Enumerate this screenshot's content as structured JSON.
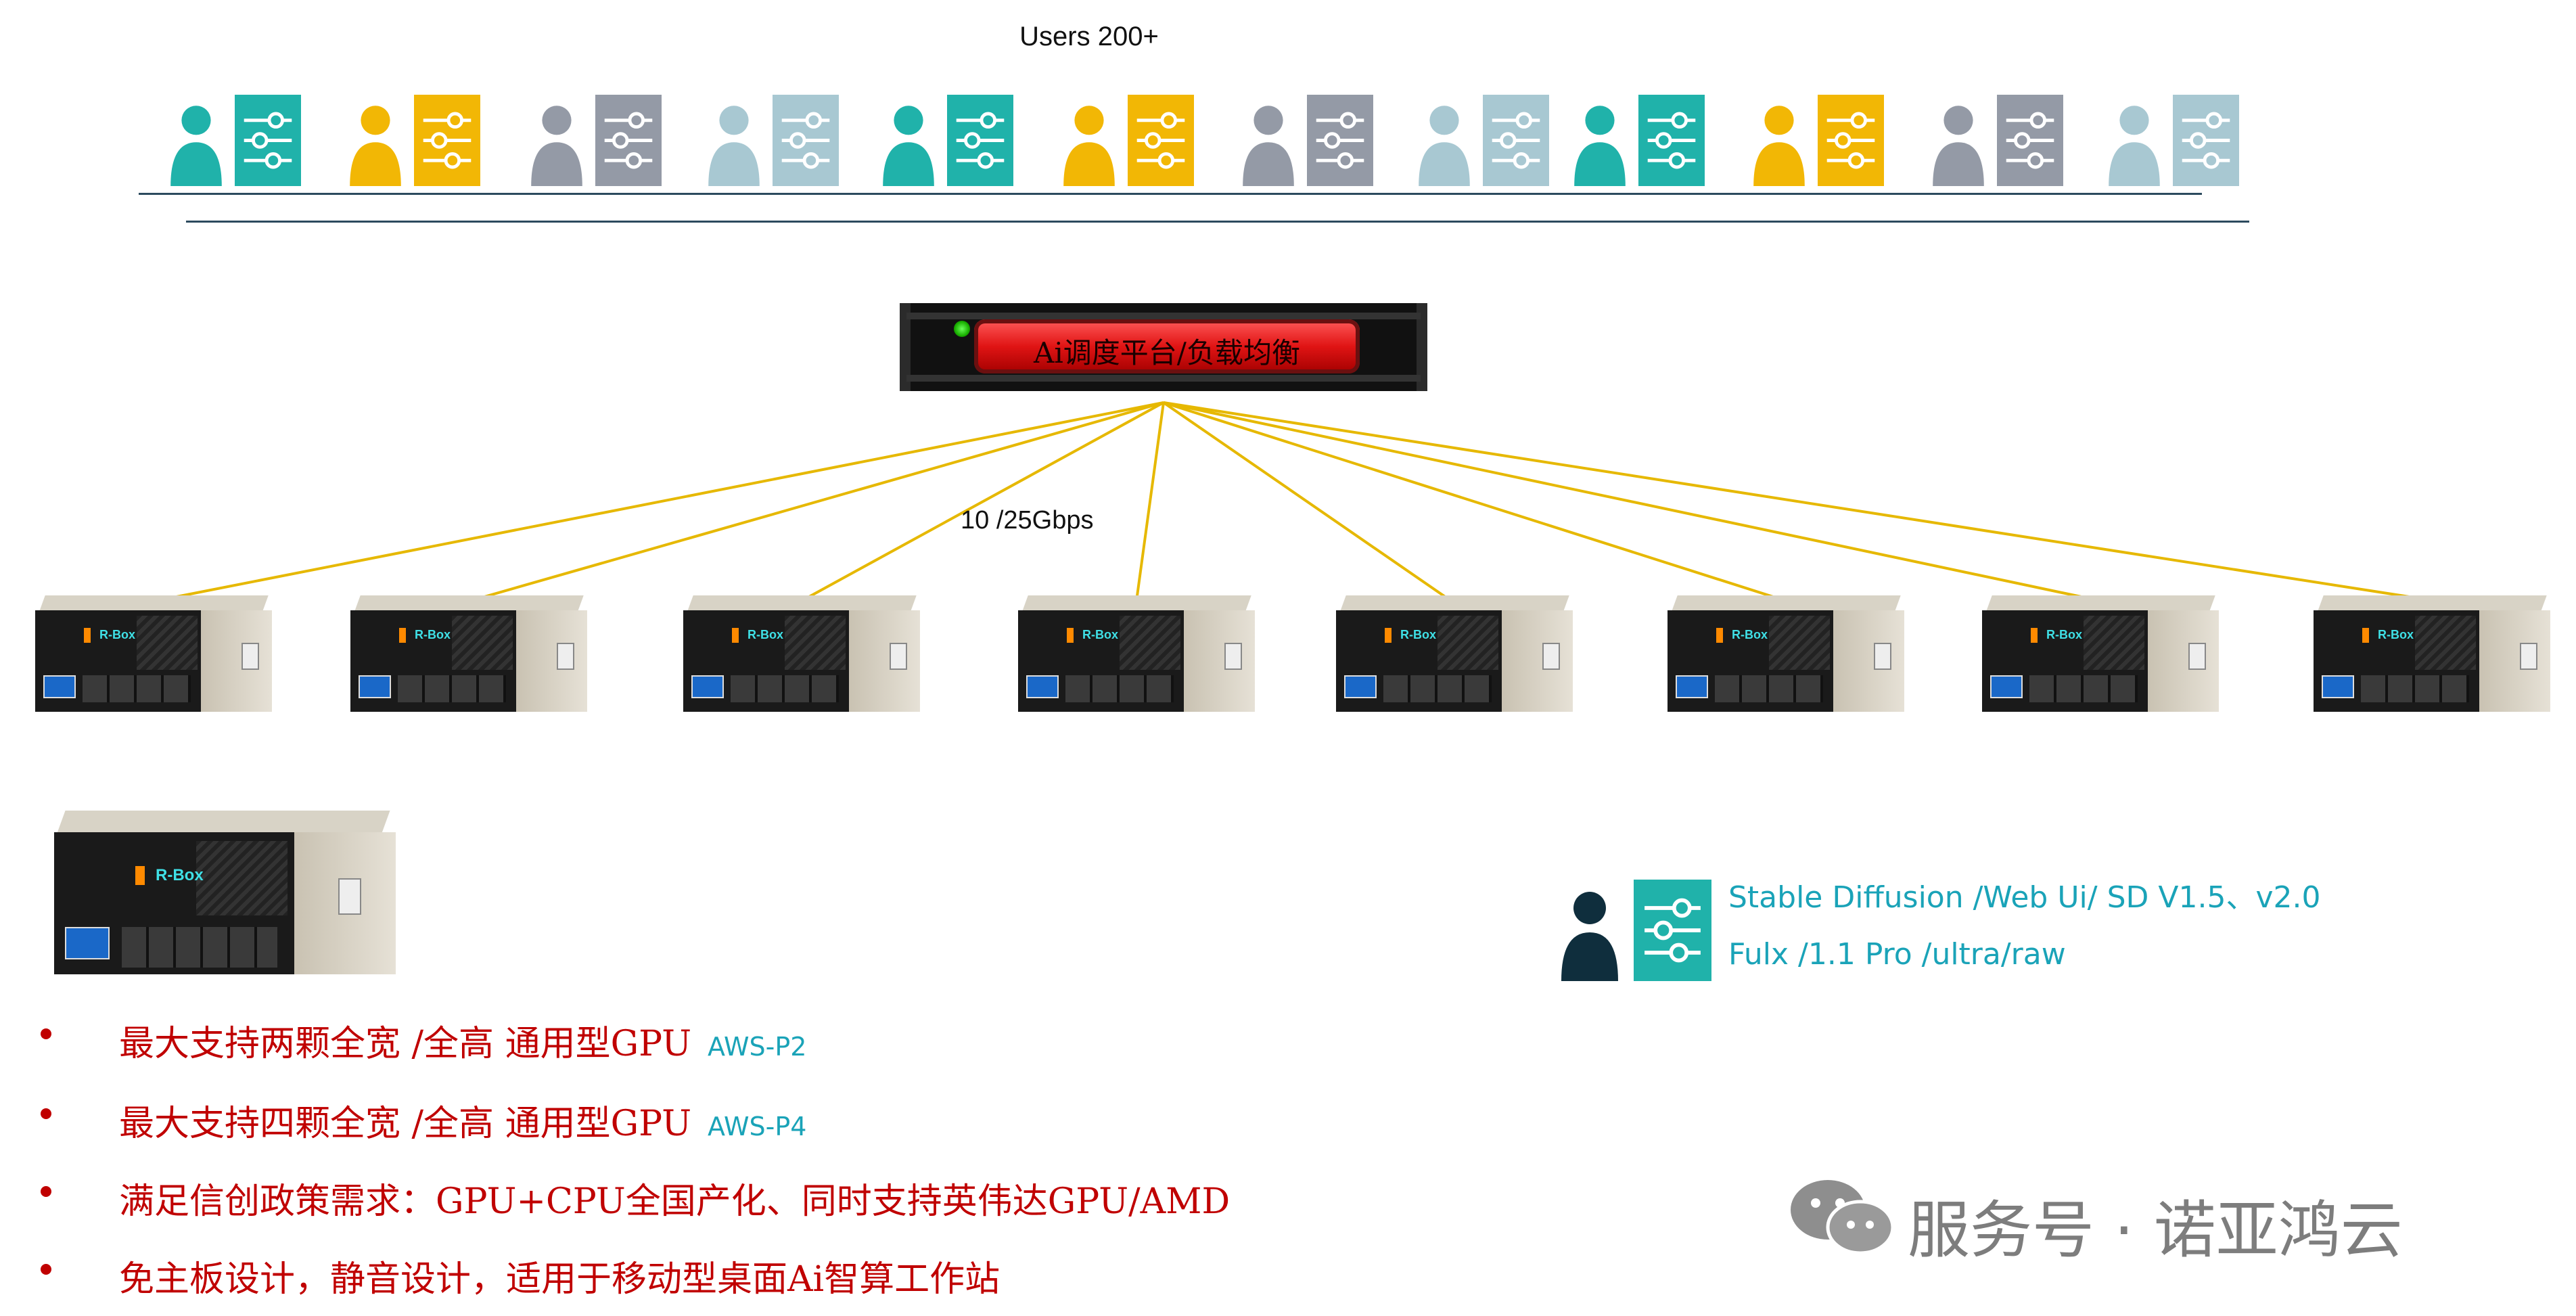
{
  "users_title": "Users 200+",
  "user_icon_colors": [
    "#20b2aa",
    "#f2b705",
    "#949aa6",
    "#a8c8d2",
    "#20b2aa",
    "#f2b705",
    "#949aa6",
    "#a8c8d2",
    "#20b2aa",
    "#f2b705",
    "#949aa6",
    "#a8c8d2"
  ],
  "load_balancer_label": "Ai调度平台/负载均衡",
  "link_speed_label": "10 /25Gbps",
  "server_brand": "R-Box",
  "legend": {
    "line1": "Stable Diffusion /Web Ui/ SD V1.5、v2.0",
    "line2": "Fulx /1.1 Pro /ultra/raw",
    "icon_color": "#0f2e3d",
    "slider_color": "#20b2aa"
  },
  "bullets": [
    {
      "text": "最大支持两颗全宽 /全高 通用型GPU",
      "tag": "AWS-P2"
    },
    {
      "text": "最大支持四颗全宽 /全高 通用型GPU",
      "tag": "AWS-P4"
    },
    {
      "text": "满足信创政策需求：GPU+CPU全国产化、同时支持英伟达GPU/AMD",
      "tag": ""
    },
    {
      "text": "免主板设计，静音设计，适用于移动型桌面Ai智算工作站",
      "tag": ""
    }
  ],
  "watermark": "服务号 · 诺亚鸿云",
  "line_color": "#e6b800"
}
